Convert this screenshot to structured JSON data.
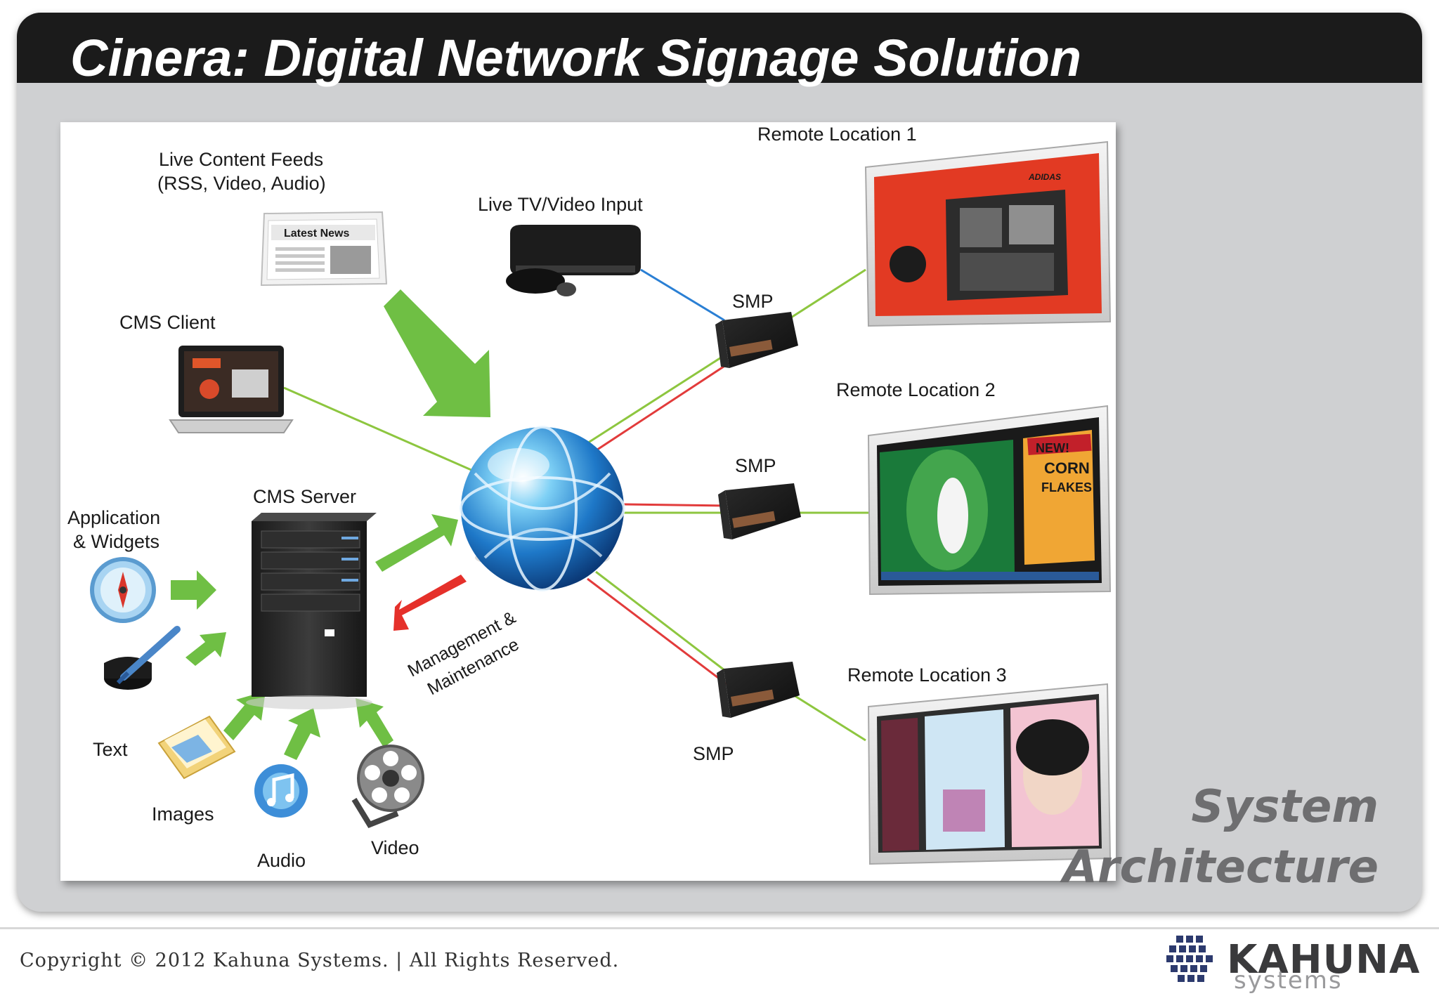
{
  "title": "Cinera: Digital Network Signage Solution",
  "caption": {
    "line1": "System",
    "line2": "Architecture"
  },
  "footer": {
    "copyright": "Copyright © 2012 Kahuna Systems. | All Rights Reserved."
  },
  "brand": {
    "name": "KAHUNA",
    "sub": "systems"
  },
  "diagram": {
    "live_feeds": [
      "Live Content Feeds",
      "(RSS, Video, Audio)"
    ],
    "news_header": "Latest News",
    "live_tv": "Live TV/Video Input",
    "cms_client": "CMS Client",
    "cms_server": "CMS Server",
    "app_widgets": [
      "Application",
      "& Widgets"
    ],
    "text": "Text",
    "images": "Images",
    "audio": "Audio",
    "video": "Video",
    "management": [
      "Management &",
      "Maintenance"
    ],
    "smp": "SMP",
    "remote1": "Remote Location 1",
    "remote2": "Remote Location 2",
    "remote3": "Remote Location 3",
    "screen1_brand": "ADIDAS",
    "screen2_headline": "NEW!",
    "screen2_product": [
      "CORN",
      "FLAKES"
    ]
  },
  "colors": {
    "title_bar": "#1b1b1b",
    "frame": "#cfd0d2",
    "arrow_green": "#6fbf44",
    "arrow_red": "#e5302a",
    "link_green": "#8dc63f",
    "link_red": "#e23b3b",
    "link_blue": "#2a7fd4"
  }
}
